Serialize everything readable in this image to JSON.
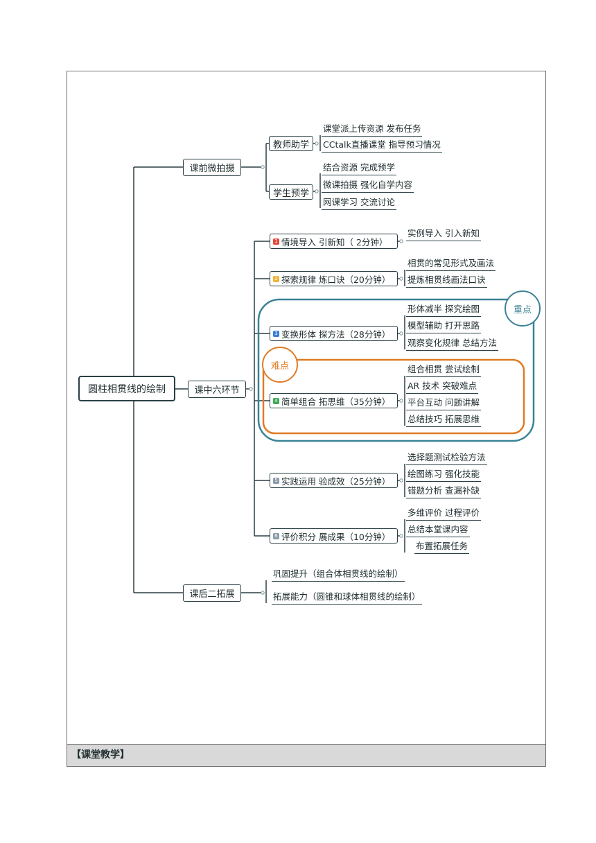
{
  "root": "圆柱相贯线的绘制",
  "branches": {
    "pre": {
      "label": "课前微拍摄",
      "teacher": {
        "label": "教师助学",
        "items": [
          "课堂派上传资源 发布任务",
          "CCtalk直播课堂 指导预习情况"
        ]
      },
      "student": {
        "label": "学生预学",
        "items": [
          "结合资源 完成预学",
          "微课拍摄 强化自学内容",
          "网课学习 交流讨论"
        ]
      }
    },
    "in": {
      "label": "课中六环节",
      "steps": [
        {
          "num": "1",
          "color": "#e5473b",
          "label": "情境导入 引新知（  2分钟）",
          "items": [
            "实例导入 引入新知"
          ]
        },
        {
          "num": "2",
          "color": "#f2b233",
          "label": "探索规律 炼口诀（20分钟）",
          "items": [
            "相贯的常见形式及画法",
            "提炼相贯线画法口诀"
          ]
        },
        {
          "num": "3",
          "color": "#3a7fd6",
          "label": "变换形体 探方法（28分钟）",
          "items": [
            "形体减半 探究绘图",
            "模型辅助 打开思路",
            "观察变化规律 总结方法"
          ]
        },
        {
          "num": "4",
          "color": "#3faa55",
          "label": "简单组合 拓思维（35分钟）",
          "items": [
            "组合相贯  尝试绘制",
            "AR  技术  突破难点",
            "平台互动  问题讲解",
            "总结技巧  拓展思维"
          ]
        },
        {
          "num": "5",
          "color": "#8a9aa8",
          "label": "实践运用 验成效（25分钟）",
          "items": [
            "选择题测试检验方法",
            "绘图练习 强化技能",
            "错题分析 查漏补缺"
          ]
        },
        {
          "num": "6",
          "color": "#8a9aa8",
          "label": "评价积分 展成果（10分钟）",
          "items": [
            "多维评价 过程评价",
            "总结本堂课内容",
            "布置拓展任务"
          ]
        }
      ]
    },
    "post": {
      "label": "课后二拓展",
      "items": [
        "巩固提升（组合体相贯线的绘制）",
        "拓展能力（圆锥和球体相贯线的绘制）"
      ]
    }
  },
  "markers": {
    "key": {
      "label": "重点",
      "color": "#3b8296"
    },
    "difficult": {
      "label": "难点",
      "color": "#e07b22"
    }
  },
  "footer": "【课堂教学】"
}
